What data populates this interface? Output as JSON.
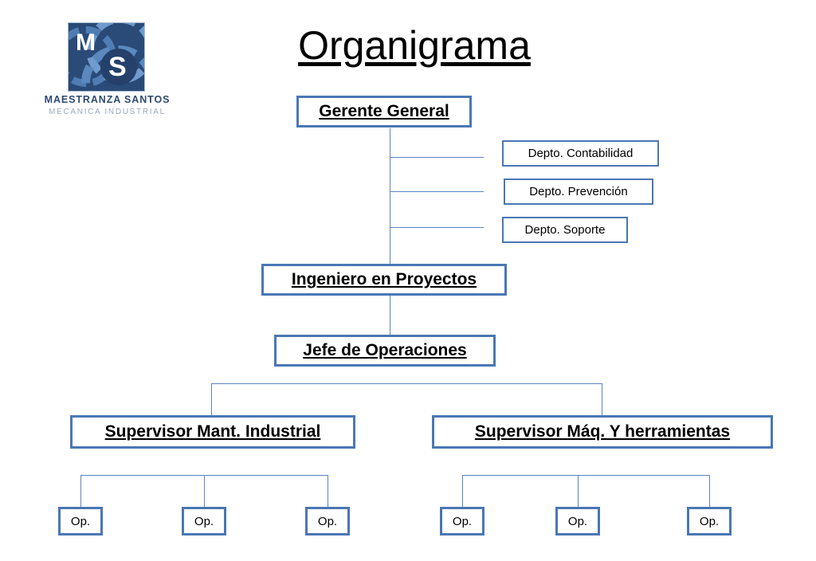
{
  "page": {
    "title": "Organigrama",
    "background_color": "#ffffff"
  },
  "logo": {
    "letter_1": "M",
    "letter_2": "S",
    "company_name": "MAESTRANZA SANTOS",
    "tagline": "MECANICA INDUSTRIAL",
    "mark_background_color": "#2a4a77",
    "gear_color": "#6f9ccd",
    "name_color": "#2e4a72",
    "tagline_color": "#9aa8bd"
  },
  "theme": {
    "box_border_color": "#4a77b4",
    "connector_color": "#5b85c0",
    "text_color": "#000000"
  },
  "org_chart": {
    "type": "org-tree",
    "nodes": [
      {
        "id": "gerente-general",
        "label": "Gerente General",
        "level": 1
      },
      {
        "id": "depto-contabilidad",
        "label": "Depto. Contabilidad",
        "level": 2
      },
      {
        "id": "depto-prevencion",
        "label": "Depto. Prevención",
        "level": 2
      },
      {
        "id": "depto-soporte",
        "label": "Depto. Soporte",
        "level": 2
      },
      {
        "id": "ingeniero-proyectos",
        "label": "Ingeniero en Proyectos",
        "level": 3
      },
      {
        "id": "jefe-operaciones",
        "label": "Jefe de Operaciones",
        "level": 4
      },
      {
        "id": "supervisor-mant",
        "label": "Supervisor Mant. Industrial",
        "level": 5
      },
      {
        "id": "supervisor-maq",
        "label": "Supervisor Máq. Y herramientas ",
        "level": 5
      },
      {
        "id": "op-1",
        "label": "Op.",
        "level": 6
      },
      {
        "id": "op-2",
        "label": "Op.",
        "level": 6
      },
      {
        "id": "op-3",
        "label": "Op.",
        "level": 6
      },
      {
        "id": "op-4",
        "label": "Op.",
        "level": 6
      },
      {
        "id": "op-5",
        "label": "Op.",
        "level": 6
      },
      {
        "id": "op-6",
        "label": "Op.",
        "level": 6
      }
    ],
    "edges": [
      {
        "from": "gerente-general",
        "to": "depto-contabilidad"
      },
      {
        "from": "gerente-general",
        "to": "depto-prevencion"
      },
      {
        "from": "gerente-general",
        "to": "depto-soporte"
      },
      {
        "from": "gerente-general",
        "to": "ingeniero-proyectos"
      },
      {
        "from": "ingeniero-proyectos",
        "to": "jefe-operaciones"
      },
      {
        "from": "jefe-operaciones",
        "to": "supervisor-mant"
      },
      {
        "from": "jefe-operaciones",
        "to": "supervisor-maq"
      },
      {
        "from": "supervisor-mant",
        "to": "op-1"
      },
      {
        "from": "supervisor-mant",
        "to": "op-2"
      },
      {
        "from": "supervisor-mant",
        "to": "op-3"
      },
      {
        "from": "supervisor-maq",
        "to": "op-4"
      },
      {
        "from": "supervisor-maq",
        "to": "op-5"
      },
      {
        "from": "supervisor-maq",
        "to": "op-6"
      }
    ]
  }
}
